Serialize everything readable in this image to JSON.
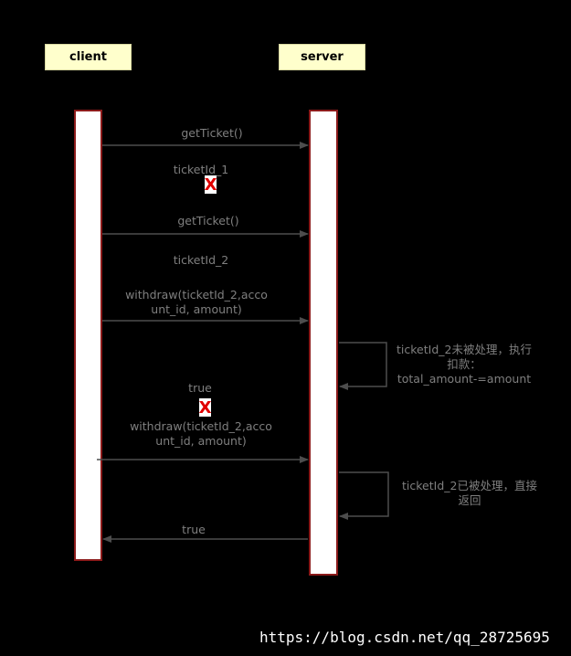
{
  "participants": {
    "client": "client",
    "server": "server"
  },
  "messages": {
    "m1": "getTicket()",
    "m2": "ticketId_1",
    "m3": "getTicket()",
    "m4": "ticketId_2",
    "m5_line1": "withdraw(ticketId_2,acco",
    "m5_line2": "unt_id, amount)",
    "self1_line1": "ticketId_2未被处理，执行",
    "self1_line2": "扣款：",
    "self1_line3": "total_amount-=amount",
    "m6": "true",
    "m7_line1": "withdraw(ticketId_2,acco",
    "m7_line2": "unt_id, amount)",
    "self2_line1": "ticketId_2已被处理，直接",
    "self2_line2": "返回",
    "m8": "true"
  },
  "lost_markers": {
    "x1": "X",
    "x2": "X"
  },
  "watermark": "https://blog.csdn.net/qq_28725695",
  "colors": {
    "background": "#000000",
    "participant_fill": "#ffffcc",
    "lifeline_border": "#8b1a1a",
    "arrow": "#4d4d4d",
    "label": "#7f7f7f",
    "lost_marker": "#e00000"
  }
}
